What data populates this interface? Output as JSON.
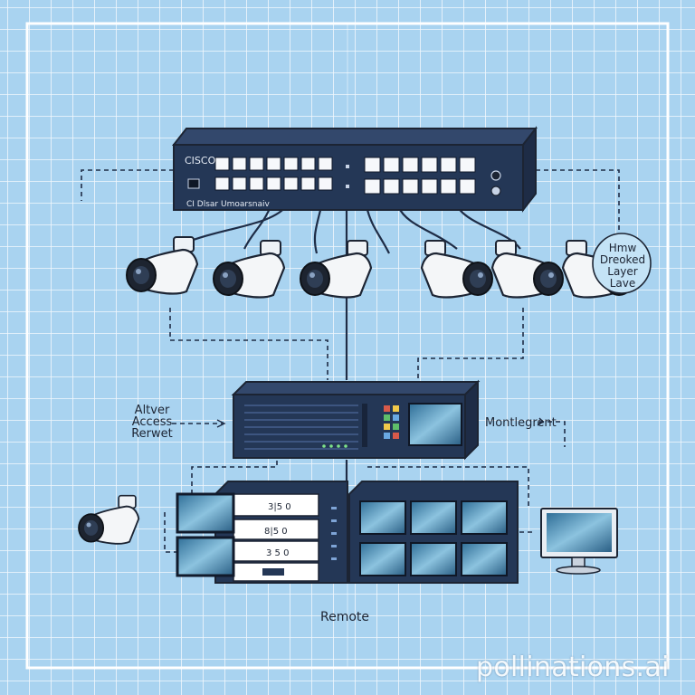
{
  "switch": {
    "brand": "CISCO",
    "port_label": "CI Dlsar Umoarsnaiv"
  },
  "labels": {
    "left": [
      "Altver",
      "Access",
      "Rerwet"
    ],
    "management": "Montlegrent",
    "remote": "Remote",
    "bubble": [
      "Hmw",
      "Dreoked",
      "Layer",
      "Lave"
    ]
  },
  "server_buttons": [
    "3|5 0",
    "8|5 0",
    "3 5 0"
  ],
  "watermark": "pollinations.ai",
  "colors": {
    "background": "#a9d3f0",
    "grid": "#ffffff",
    "device_navy": "#243756",
    "camera_body": "#f4f6f8",
    "screen": "#4a8fb6"
  },
  "icons": [
    "network-switch-icon",
    "cctv-camera-icon",
    "nvr-recorder-icon",
    "server-rack-icon",
    "monitor-wall-icon",
    "desktop-monitor-icon"
  ]
}
